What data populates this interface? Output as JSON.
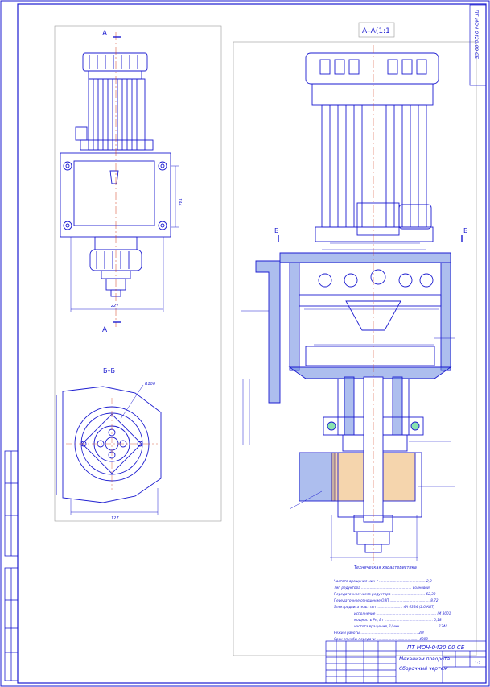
{
  "section_labels": {
    "view_a_marker": "A",
    "section_aa": "A–A(1:1",
    "section_bb": "Б–Б",
    "cut_b": "Б"
  },
  "dimensions": {
    "width_227": "227",
    "width_127": "127",
    "side_height": "144",
    "radius_100": "R100"
  },
  "stamp": {
    "doc_code": "ПТ МОЧ-0420.00 СБ",
    "corner_code": "ПТ МОЧ-0420.00 СБ",
    "title_line1": "Механизм поворота",
    "title_line2": "Сборочный чертеж",
    "sheet": "1:2"
  },
  "spec": {
    "heading": "Техническая характеристика",
    "rows": [
      "Частота вращения мин⁻¹ ........................................... 2,8",
      "Тип редуктора ............................................... волновой",
      "Передаточное число редуктора ............................... 62,38",
      "Передаточное отношение ОЗП ..................................... 8,72",
      "Электродвигатель: тип ........................ 4А 63В4 (2.0 КВТ)",
      "исполнение ........................................................ IM 3001",
      "мощность Рн, Вт ............................................. 0,18",
      "частота вращения, 1/мин ................................... 1340",
      "Режим работы ..................................................... 2М",
      "Срок службы передачи ....................................... 4000"
    ]
  }
}
